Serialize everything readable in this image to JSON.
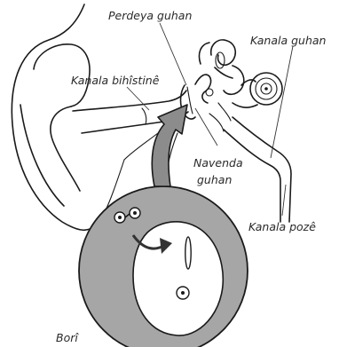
{
  "labels": {
    "eardrum": "Perdeya guhan",
    "inner_ear_canal": "Kanala guhan",
    "outer_ear_canal": "Kanala bihîstinê",
    "middle_ear": "Navenda guhan",
    "middle_ear_line2": "guhan",
    "middle_ear_line1": "Navenda",
    "eustachian_tube": "Kanala pozê",
    "trumpet": "Borî"
  },
  "colors": {
    "ink": "#1a1a1a",
    "arrow_fill": "#8c8c8c",
    "circle_fill": "#a6a6a6",
    "ear_fill": "#ffffff"
  },
  "icons": [
    "ear-outline",
    "cochlea",
    "eardrum",
    "magnify-circle",
    "ear-cross-section",
    "pointer-arrow"
  ]
}
